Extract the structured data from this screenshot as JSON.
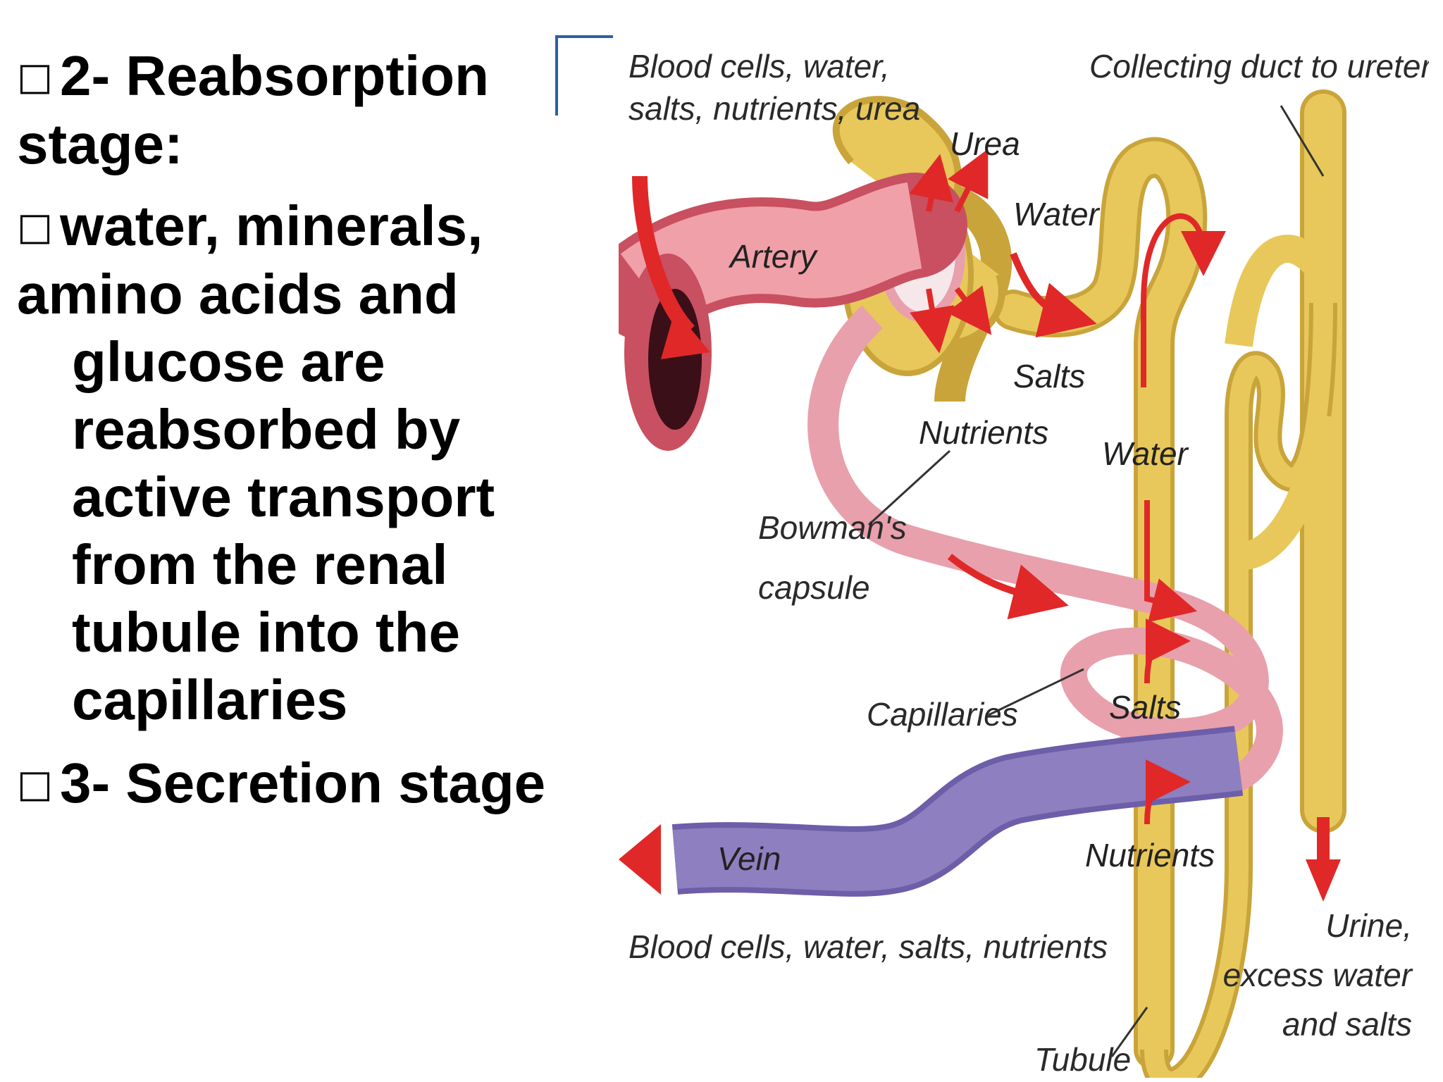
{
  "content": {
    "bullet_1": "2- Reabsorption stage:",
    "bullet_2_line_1": "water, minerals,",
    "bullet_2_rest": "amino acids and glucose are reabsorbed by active transport from the renal tubule into the capillaries",
    "bullet_3": "3- Secretion stage",
    "bullet_glyph": "□"
  },
  "diagram": {
    "labels": {
      "blood_in_1": "Blood cells, water,",
      "blood_in_2": "salts, nutrients, urea",
      "collecting_duct": "Collecting duct to ureter",
      "urea": "Urea",
      "water_top": "Water",
      "artery": "Artery",
      "salts_top": "Salts",
      "nutrients_top": "Nutrients",
      "water_mid": "Water",
      "bowmans_1": "Bowman's",
      "bowmans_2": "capsule",
      "capillaries": "Capillaries",
      "salts_mid": "Salts",
      "vein": "Vein",
      "nutrients_bottom": "Nutrients",
      "blood_out": "Blood cells, water, salts, nutrients",
      "urine_1": "Urine,",
      "urine_2": "excess water",
      "urine_3": "and salts",
      "tubule": "Tubule"
    },
    "colors": {
      "tubule": "#e8c85a",
      "tubule_dark": "#c9a43a",
      "artery": "#f0a0a8",
      "artery_dark": "#c85060",
      "vein": "#8e7fc0",
      "arrow": "#e02828",
      "bracket": "#2e5fa8"
    }
  }
}
